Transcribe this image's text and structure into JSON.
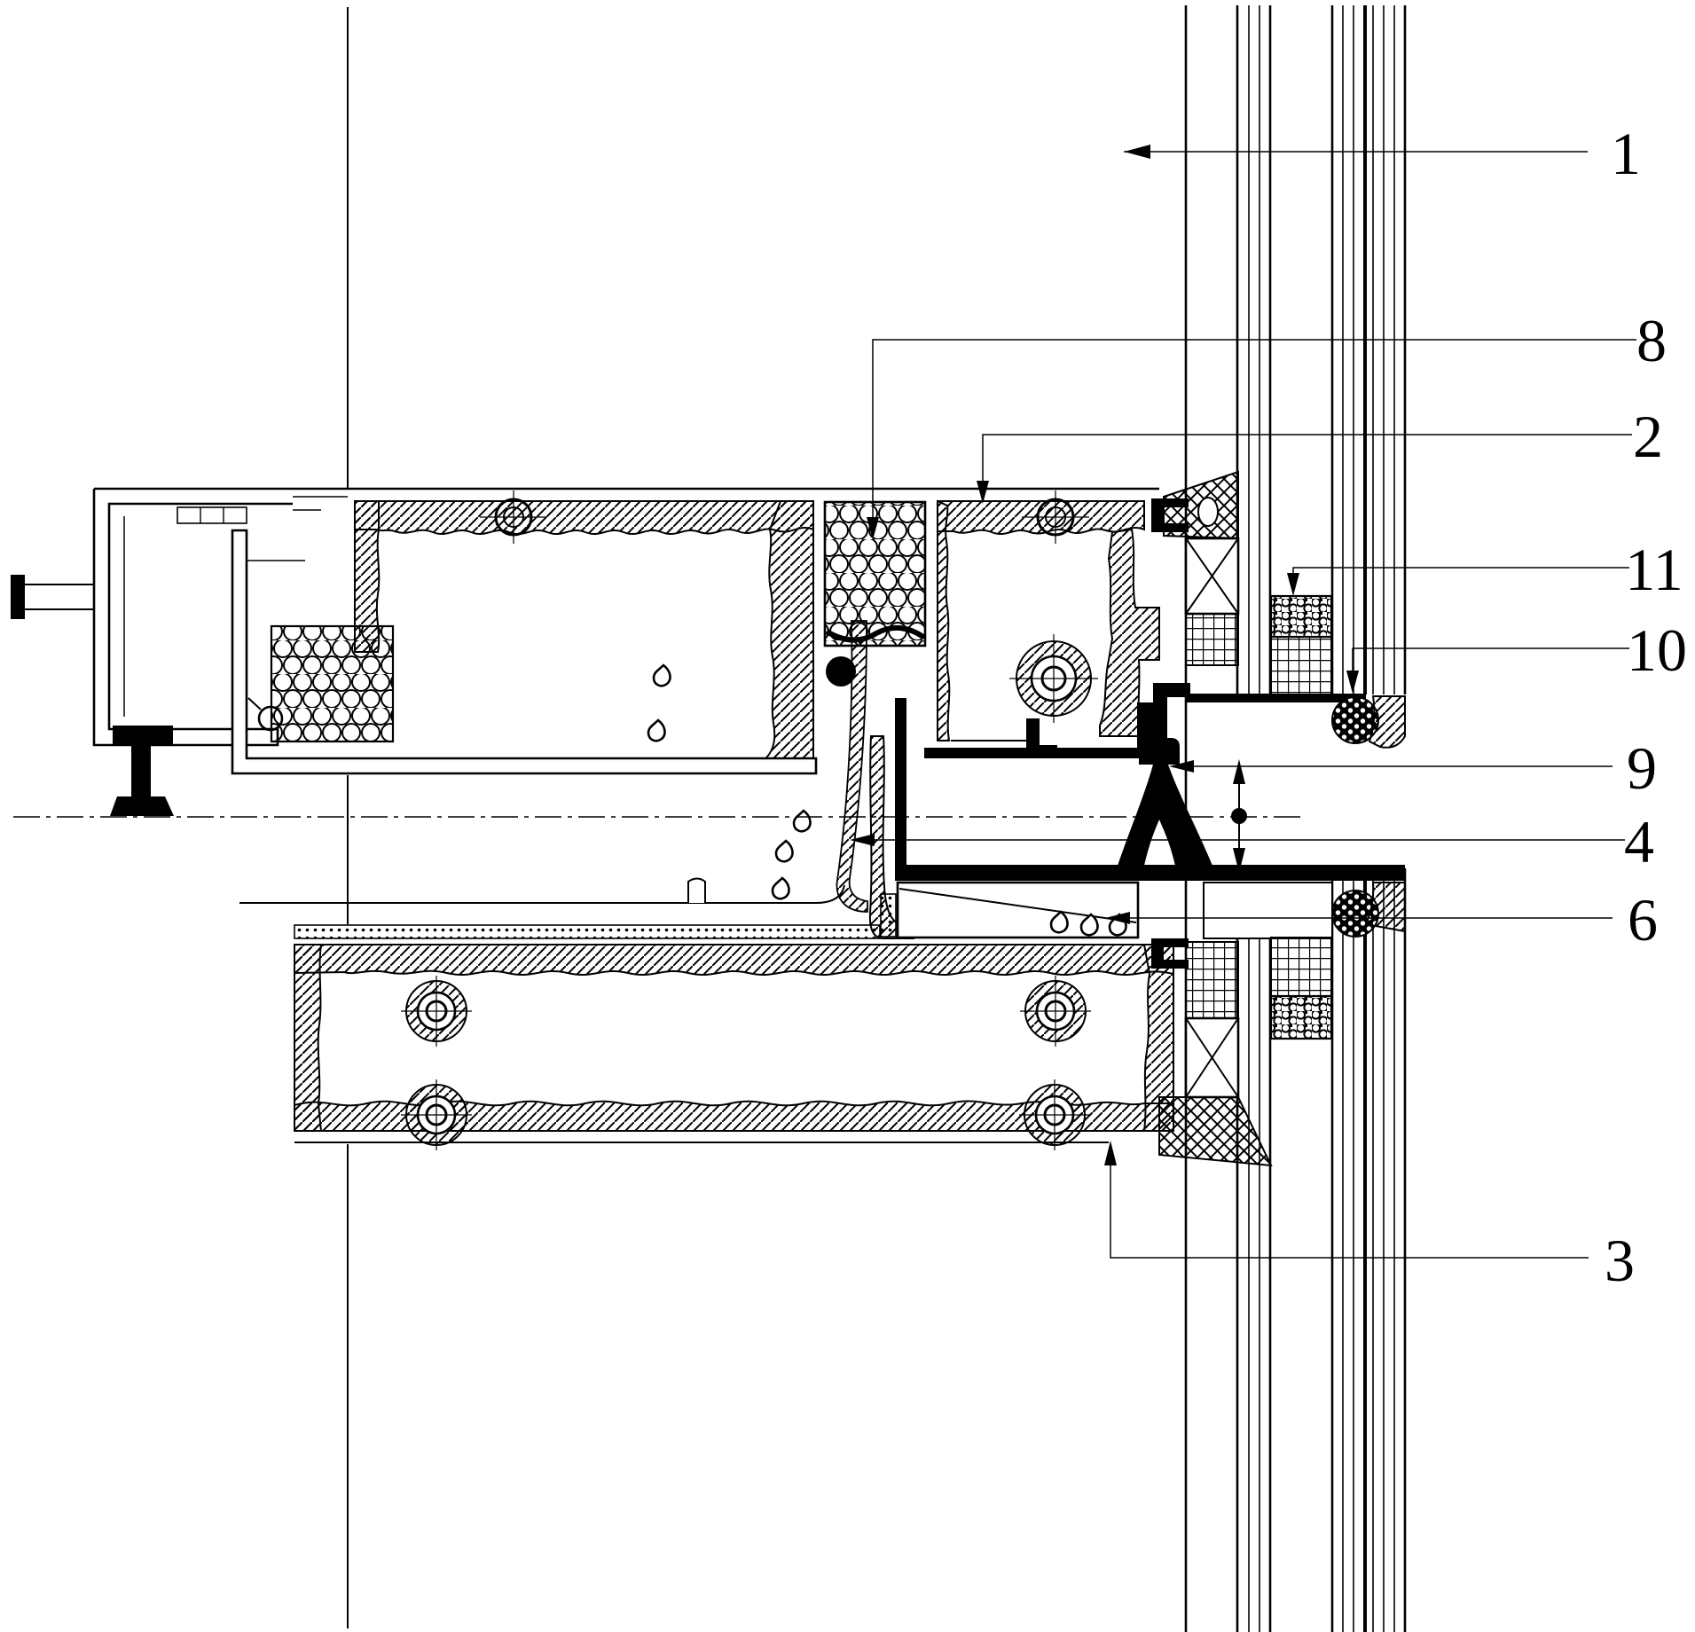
{
  "drawing": {
    "background_color": "#ffffff",
    "line_color": "#000000",
    "kind": "technical section detail drawing"
  },
  "callouts": [
    {
      "label": "1"
    },
    {
      "label": "8"
    },
    {
      "label": "2"
    },
    {
      "label": "11"
    },
    {
      "label": "10"
    },
    {
      "label": "9"
    },
    {
      "label": "4"
    },
    {
      "label": "6"
    },
    {
      "label": "3"
    }
  ]
}
